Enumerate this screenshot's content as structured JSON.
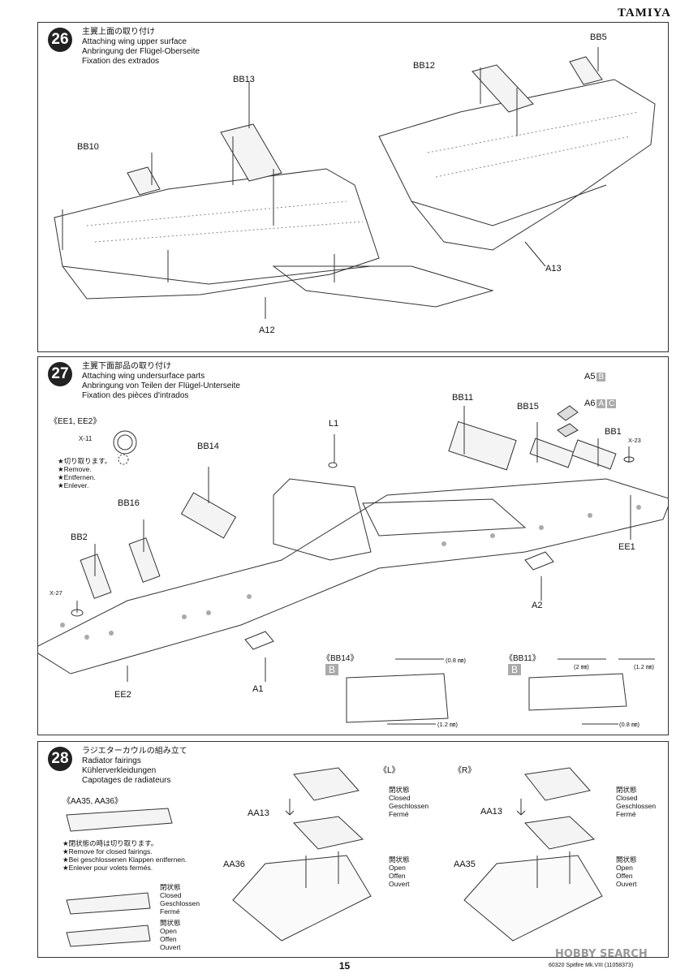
{
  "brand": "TAMIYA",
  "page_number": "15",
  "footer_code": "60320 Spitfire Mk.VIII (11058373)",
  "watermark": "HOBBY SEARCH",
  "step26": {
    "number": "26",
    "title_jp": "主翼上面の取り付け",
    "title_en": "Attaching wing upper surface",
    "title_de": "Anbringung der Flügel-Oberseite",
    "title_fr": "Fixation des extrados",
    "parts": [
      "BB13",
      "BB10",
      "BB12",
      "BB5",
      "A13",
      "A12"
    ]
  },
  "step27": {
    "number": "27",
    "title_jp": "主翼下面部品の取り付け",
    "title_en": "Attaching wing undersurface parts",
    "title_de": "Anbringung von Teilen der Flügel-Unterseite",
    "title_fr": "Fixation des pièces d'intrados",
    "ee_header": "《EE1, EE2》",
    "x11": "X-11",
    "remove_jp": "★切り取ります。",
    "remove_en": "★Remove.",
    "remove_de": "★Entfernen.",
    "remove_fr": "★Enlever.",
    "parts": [
      "L1",
      "BB11",
      "BB15",
      "A5",
      "A6",
      "BB1",
      "X-23",
      "EE1",
      "BB14",
      "BB16",
      "BB2",
      "X-27",
      "EE2",
      "A2",
      "A1"
    ],
    "a5_box": "B",
    "a6_box1": "A",
    "a6_box2": "C",
    "bb14_header": "《BB14》",
    "bb14_box": "B",
    "bb14_d1": "(0.8 ㎜)",
    "bb14_d2": "(1.2 ㎜)",
    "bb11_header": "《BB11》",
    "bb11_box": "B",
    "bb11_d1": "(2 ㎜)",
    "bb11_d2": "(1.2 ㎜)",
    "bb11_d3": "(0.8 ㎜)"
  },
  "step28": {
    "number": "28",
    "title_jp": "ラジエターカウルの組み立て",
    "title_en": "Radiator fairings",
    "title_de": "Kühlerverkleidungen",
    "title_fr": "Capotages de radiateurs",
    "aa_header": "《AA35, AA36》",
    "closed_note_jp": "★閉状態の時は切り取ります。",
    "closed_note_en": "★Remove for closed fairings.",
    "closed_note_de": "★Bei geschlossenen Klappen entfernen.",
    "closed_note_fr": "★Enlever pour volets fermés.",
    "closed_jp": "閉状態",
    "closed_en": "Closed",
    "closed_de": "Geschlossen",
    "closed_fr": "Fermé",
    "open_jp": "開状態",
    "open_en": "Open",
    "open_de": "Offen",
    "open_fr": "Ouvert",
    "left_header": "《L》",
    "right_header": "《R》",
    "aa13": "AA13",
    "aa36": "AA36",
    "aa35": "AA35"
  }
}
